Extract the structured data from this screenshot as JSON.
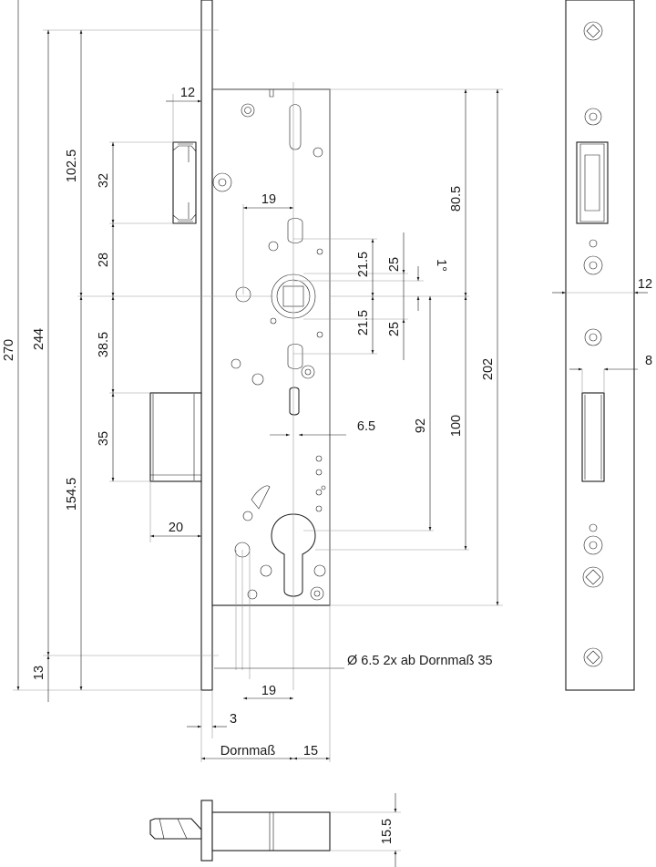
{
  "dimensions": {
    "d270": "270",
    "d244": "244",
    "d13": "13",
    "d102_5": "102.5",
    "d154_5": "154.5",
    "d32": "32",
    "d28": "28",
    "d38_5": "38.5",
    "d35": "35",
    "d12_top": "12",
    "d20": "20",
    "d19_top": "19",
    "d21_5_upper": "21.5",
    "d21_5_lower": "21.5",
    "d25_upper": "25",
    "d25_lower": "25",
    "d1deg": "1°",
    "d80_5": "80.5",
    "d202": "202",
    "d92": "92",
    "d100": "100",
    "d6_5": "6.5",
    "d19_bottom": "19",
    "d3": "3",
    "dornmass": "Dornmaß",
    "d15": "15",
    "d15_5": "15.5",
    "d12_right": "12",
    "d8_right": "8"
  },
  "note": "Ø  6.5  2x ab Dornmaß 35"
}
